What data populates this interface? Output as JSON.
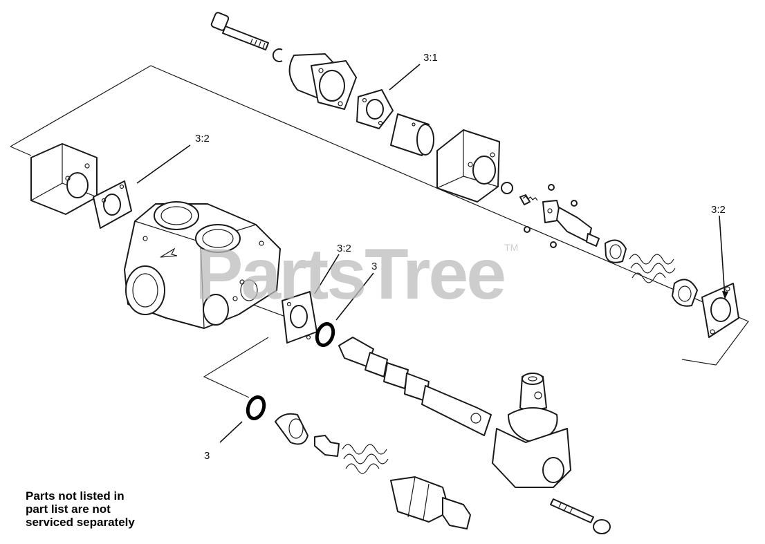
{
  "diagram": {
    "callouts": [
      {
        "id": "c1",
        "label": "3:1"
      },
      {
        "id": "c2",
        "label": "3:2"
      },
      {
        "id": "c3",
        "label": "3:2"
      },
      {
        "id": "c4",
        "label": "3"
      },
      {
        "id": "c5",
        "label": "3:2"
      },
      {
        "id": "c6",
        "label": "3"
      }
    ],
    "note_lines": [
      "Parts not listed in",
      "part list are not",
      "serviced separately"
    ],
    "watermark": {
      "text": "PartsTree",
      "mark": "TM"
    }
  }
}
